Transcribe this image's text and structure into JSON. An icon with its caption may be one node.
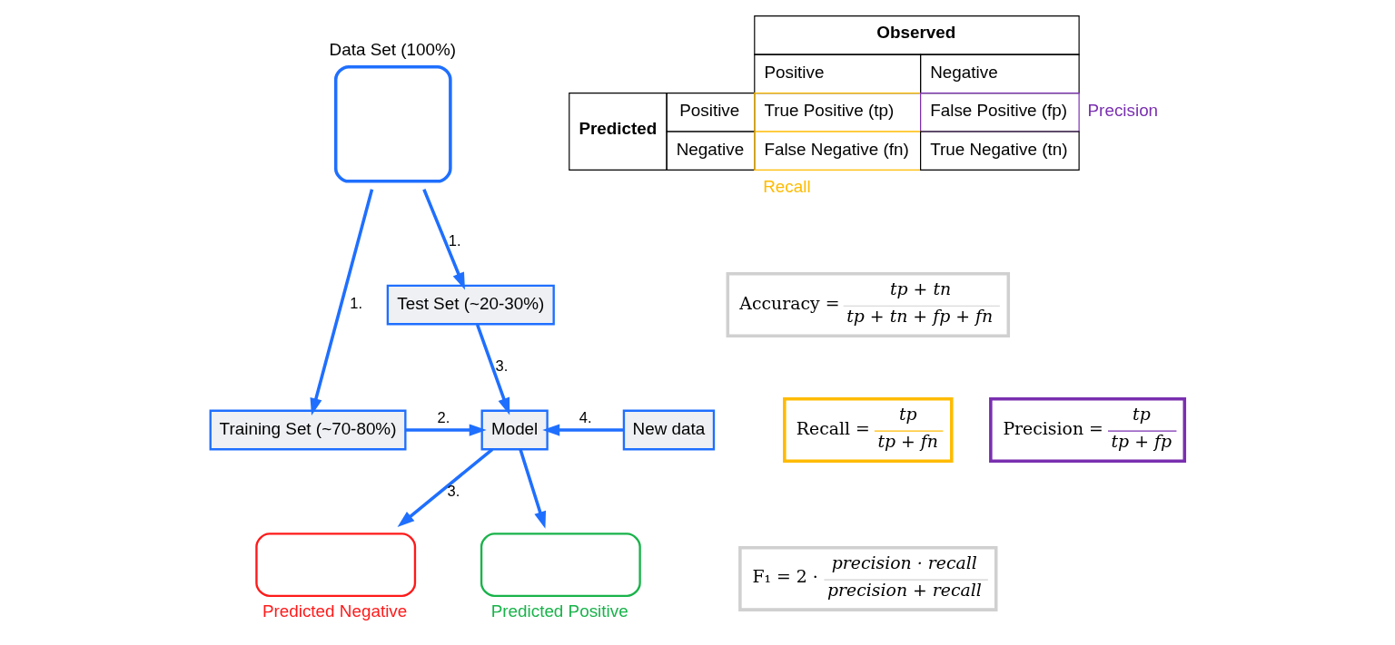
{
  "diagram": {
    "nodes": [
      {
        "text": [
          "Data Set (100%)"
        ]
      },
      {
        "text": [
          "Test Set (~20-30%)"
        ]
      },
      {
        "text": [
          "Training Set (~70-80%)"
        ]
      },
      {
        "text": [
          "Model"
        ]
      },
      {
        "text": [
          "New data"
        ]
      },
      {
        "text": [
          "Predicted Negative"
        ]
      },
      {
        "text": [
          "Predicted Positive"
        ]
      },
      {
        "text": [
          "Accuracy =",
          "tp + tn",
          "tp + tn + fp + fn"
        ]
      },
      {
        "text": [
          "Recall =",
          "tp",
          "tp + fn"
        ]
      },
      {
        "text": [
          "Precision =",
          "tp",
          "tp + fp"
        ]
      },
      {
        "text": [
          "F₁ = 2 ·",
          "precision · recall",
          "precision + recall"
        ]
      }
    ],
    "edges": [
      {
        "from": 0,
        "to": 1,
        "arrow": "to",
        "label": "1."
      },
      {
        "from": 0,
        "to": 2,
        "arrow": "to",
        "label": "1."
      },
      {
        "from": 1,
        "to": 3,
        "arrow": "to",
        "label": "3."
      },
      {
        "from": 2,
        "to": 3,
        "arrow": "to",
        "label": "2."
      },
      {
        "from": 4,
        "to": 3,
        "arrow": "to",
        "label": "4."
      },
      {
        "from": 3,
        "to": 5,
        "arrow": "to",
        "label": "3."
      },
      {
        "from": 3,
        "to": 6,
        "arrow": "to"
      }
    ],
    "labels": [
      "Observed",
      "Positive",
      "Negative",
      "Predicted",
      "Positive",
      "True Positive (tp)",
      "False Positive (fp)",
      "Precision",
      "Negative",
      "False Negative (fn)",
      "True Negative (tn)",
      "Recall"
    ]
  }
}
